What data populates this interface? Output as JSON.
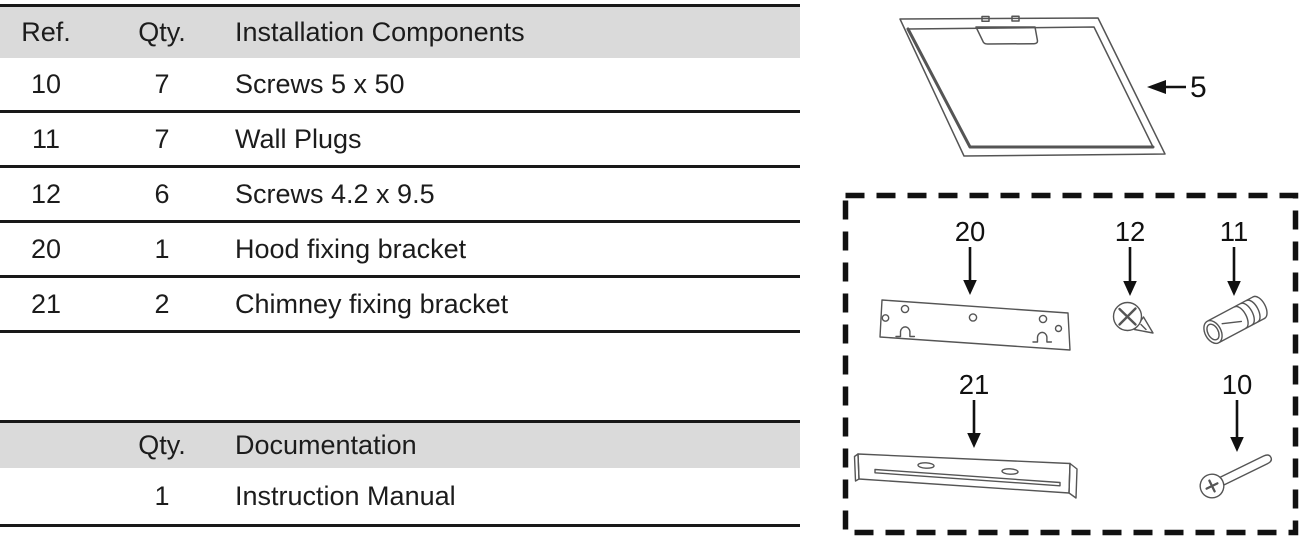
{
  "colors": {
    "header_bg": "#dadada",
    "table_rule": "#181818",
    "text": "#1c1c1c",
    "line_art_stroke": "#555555",
    "callout_black": "#111111"
  },
  "components_table": {
    "headers": {
      "ref": "Ref.",
      "qty": "Qty.",
      "name": "Installation Components"
    },
    "rows": [
      {
        "ref": "10",
        "qty": "7",
        "name": "Screws 5 x 50"
      },
      {
        "ref": "11",
        "qty": "7",
        "name": "Wall Plugs"
      },
      {
        "ref": "12",
        "qty": "6",
        "name": "Screws 4.2 x 9.5"
      },
      {
        "ref": "20",
        "qty": "1",
        "name": "Hood fixing bracket"
      },
      {
        "ref": "21",
        "qty": "2",
        "name": "Chimney fixing bracket"
      }
    ]
  },
  "documentation_table": {
    "headers": {
      "qty": "Qty.",
      "name": "Documentation"
    },
    "rows": [
      {
        "qty": "1",
        "name": "Instruction Manual"
      }
    ]
  },
  "diagram": {
    "panel": {
      "label": "5"
    },
    "parts_box": {
      "hood_fixing_bracket_label": "20",
      "short_screw_label": "12",
      "wall_plug_label": "11",
      "chimney_fixing_bracket_label": "21",
      "long_screw_label": "10"
    }
  }
}
